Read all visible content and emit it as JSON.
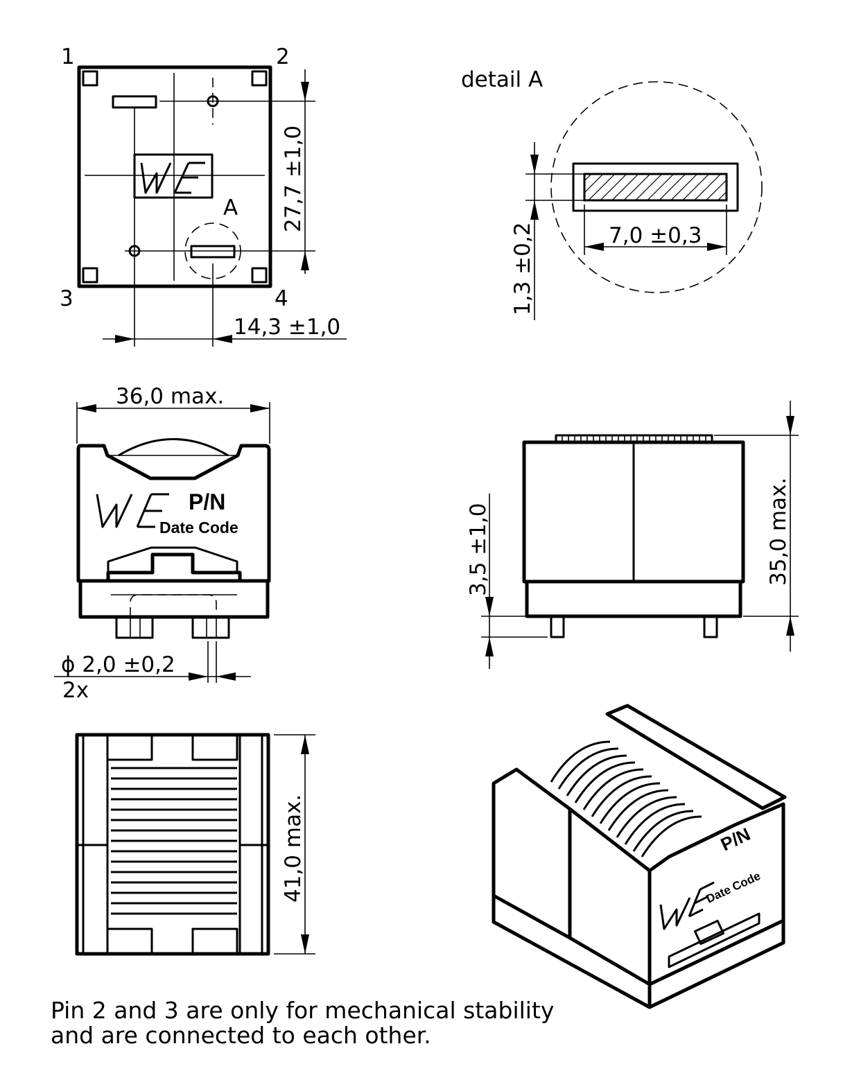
{
  "top_view": {
    "pin_labels": [
      "1",
      "2",
      "3",
      "4"
    ],
    "detail_marker": "A",
    "dim_height": "27,7 ±1,0",
    "dim_width": "14,3 ±1,0"
  },
  "detail_view": {
    "title": "detail A",
    "dim_pad_length": "7,0 ±0,3",
    "dim_pad_width": "1,3 ±0,2"
  },
  "front_view": {
    "dim_width": "36,0  max.",
    "marking_pn": "P/N",
    "marking_date": "Date Code",
    "dim_pin_diameter": "ϕ  2,0 ±0,2",
    "pin_count": "2x"
  },
  "side_view": {
    "dim_height": "35,0  max.",
    "dim_standoff": "3,5 ±1,0"
  },
  "bottom_view": {
    "dim_length": "41,0  max."
  },
  "iso_view": {
    "marking_pn": "P/N",
    "marking_date": "Date Code"
  },
  "note": {
    "line1": "Pin 2 and 3 are only for mechanical stability",
    "line2": "and are connected to each other."
  }
}
